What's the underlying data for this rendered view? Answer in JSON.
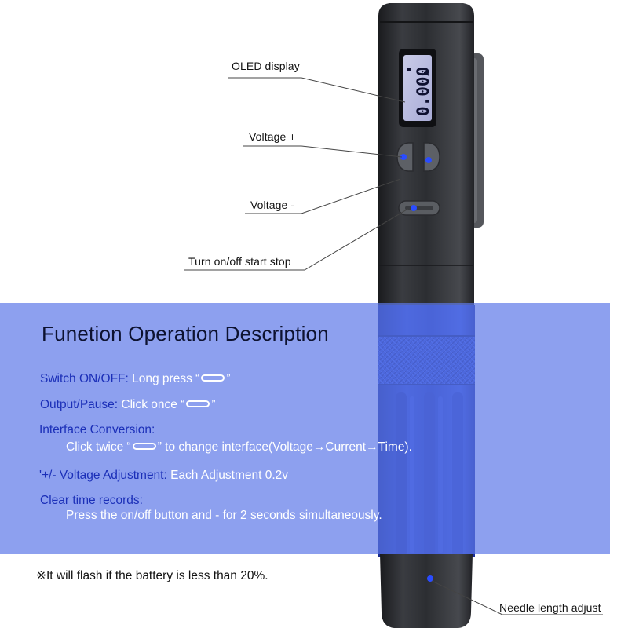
{
  "callouts": {
    "oled": "OLED display",
    "voltage_plus": "Voltage +",
    "voltage_minus": "Voltage -",
    "power": "Turn on/off  start stop",
    "needle": "Needle length adjust"
  },
  "display": {
    "reading": "0.000",
    "unit": "A"
  },
  "panel": {
    "title": "Funetion Operation Description",
    "items": [
      {
        "label": "Switch ON/OFF:",
        "text_before": " Long press",
        "open_quote": "“",
        "close_quote": "”",
        "text_after": ""
      },
      {
        "label": "Output/Pause:",
        "text_before": " Click once",
        "open_quote": "“",
        "close_quote": "”",
        "text_after": ""
      },
      {
        "label": "Interface Conversion:",
        "text_before": "Click twice",
        "open_quote": "“",
        "close_quote": "”",
        "text_after": " to change interface(Voltage→Current→Time)."
      },
      {
        "label": "'+/- Voltage Adjustment:",
        "text_before": " Each Adjustment 0.2v",
        "open_quote": "",
        "close_quote": "",
        "text_after": ""
      },
      {
        "label": "Clear time records:",
        "text_before": "Press the on/off button and - for 2 seconds simultaneously.",
        "open_quote": "",
        "close_quote": "",
        "text_after": ""
      }
    ]
  },
  "footnote": "※It will flash if the battery is less than 20%.",
  "colors": {
    "panel": "#5c78e8",
    "label_blue": "#1b2fb8",
    "indicator_blue": "#2a4cff",
    "pen_dark": "#2b2d31"
  }
}
